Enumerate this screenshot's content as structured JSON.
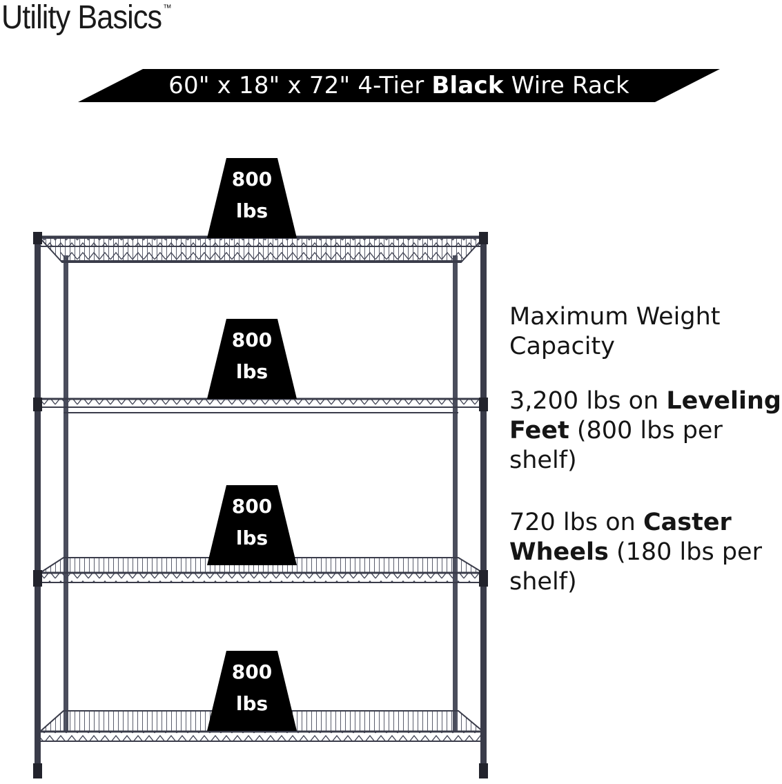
{
  "brand": {
    "name": "Utility Basics",
    "trademark": "™"
  },
  "banner": {
    "dimensions": "60\" x 18\" x 72\" 4-Tier",
    "color_word": "Black",
    "product": "Wire Rack"
  },
  "shelves": [
    {
      "value": "800",
      "unit": "lbs"
    },
    {
      "value": "800",
      "unit": "lbs"
    },
    {
      "value": "800",
      "unit": "lbs"
    },
    {
      "value": "800",
      "unit": "lbs"
    }
  ],
  "capacity": {
    "title": "Maximum Weight Capacity",
    "feet": {
      "prefix": "3,200 lbs on ",
      "bold": "Leveling Feet",
      "suffix": " (800 lbs per shelf)"
    },
    "wheels": {
      "prefix": "720 lbs on ",
      "bold": "Caster Wheels",
      "suffix": " (180 lbs per shelf)"
    }
  },
  "colors": {
    "badge": "#000000",
    "rack": "#3a3c4a",
    "text": "#151515"
  }
}
